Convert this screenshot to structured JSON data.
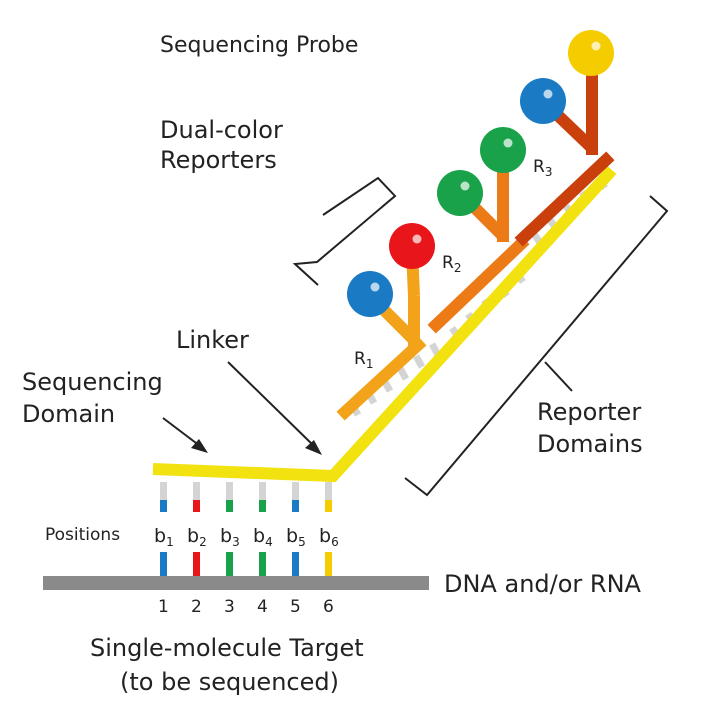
{
  "labels": {
    "sequencing_probe": "Sequencing Probe",
    "dual_color_1": "Dual-color",
    "dual_color_2": "Reporters",
    "linker": "Linker",
    "seq_domain_1": "Sequencing",
    "seq_domain_2": "Domain",
    "reporter_domains_1": "Reporter",
    "reporter_domains_2": "Domains",
    "positions": "Positions",
    "dna_rna": "DNA and/or RNA",
    "target_1": "Single-molecule Target",
    "target_2": "(to be sequenced)"
  },
  "reporters": [
    {
      "name": "R",
      "sub": "1"
    },
    {
      "name": "R",
      "sub": "2"
    },
    {
      "name": "R",
      "sub": "3"
    }
  ],
  "bases": [
    {
      "letter": "b",
      "sub": "1",
      "number": "1",
      "color": "#1a7bc4"
    },
    {
      "letter": "b",
      "sub": "2",
      "number": "2",
      "color": "#e8161b"
    },
    {
      "letter": "b",
      "sub": "3",
      "number": "3",
      "color": "#1aa24a"
    },
    {
      "letter": "b",
      "sub": "4",
      "number": "4",
      "color": "#1aa24a"
    },
    {
      "letter": "b",
      "sub": "5",
      "number": "5",
      "color": "#1a7bc4"
    },
    {
      "letter": "b",
      "sub": "6",
      "number": "6",
      "color": "#f5cc00"
    }
  ],
  "colors": {
    "yellow_backbone": "#f2e20f",
    "r1_orange": "#f2a31a",
    "r2_orange": "#ec7a17",
    "r3_red": "#c9400c",
    "gray_target": "#8a8a8a",
    "gray_rungs": "#d4d4d4",
    "blue": "#1a7bc4",
    "red": "#e8161b",
    "green": "#1aa24a",
    "gold": "#f5cc00"
  }
}
